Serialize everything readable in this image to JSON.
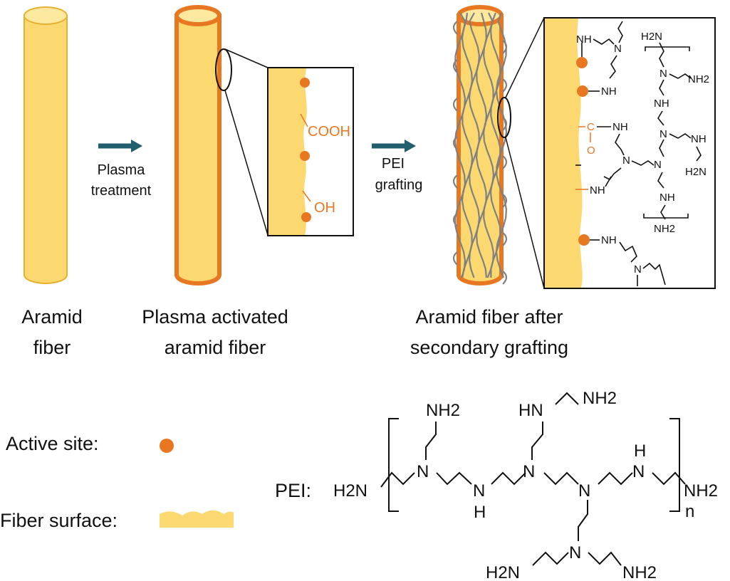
{
  "colors": {
    "fiber_fill": "#fcd970",
    "fiber_stroke": "#e6b030",
    "activated_stroke": "#e87722",
    "active_site": "#e87722",
    "arrow": "#215e6e",
    "pei_strand": "#808080"
  },
  "fibers": {
    "raw_label_line1": "Aramid",
    "raw_label_line2": "fiber",
    "activated_label_line1": "Plasma activated",
    "activated_label_line2": "aramid fiber",
    "grafted_label_line1": "Aramid fiber after",
    "grafted_label_line2": "secondary grafting"
  },
  "arrows": {
    "plasma_line1": "Plasma",
    "plasma_line2": "treatment",
    "pei_line1": "PEI",
    "pei_line2": "grafting"
  },
  "zoom1": {
    "cooh": "COOH",
    "oh": "OH"
  },
  "zoom2": {
    "nh": "NH",
    "n": "N",
    "h2n": "H2N",
    "nh2": "NH2",
    "carbonyl_c": "C",
    "carbonyl_o": "O"
  },
  "legend": {
    "active_site": "Active site:",
    "fiber_surface": "Fiber surface:"
  },
  "pei_structure": {
    "label": "PEI:",
    "h2n": "H2N",
    "nh2": "NH2",
    "hn": "HN",
    "n": "N",
    "h": "H",
    "repeat": "n"
  }
}
